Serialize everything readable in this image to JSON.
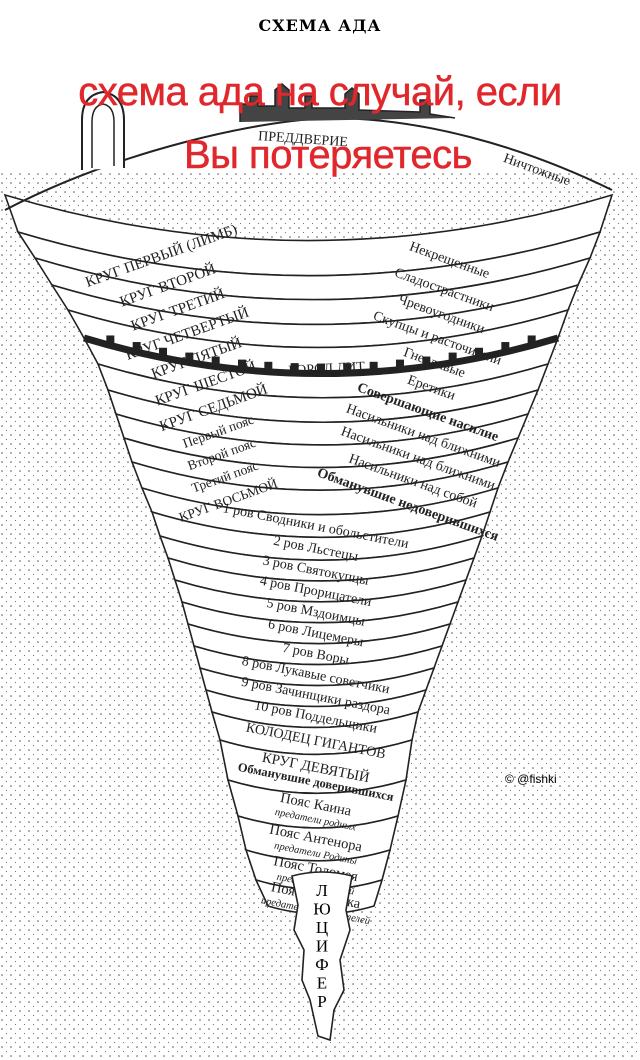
{
  "title": "СХЕМА АДА",
  "caption": {
    "line1": "схема ада на случай, если",
    "line2": "Вы потеряетесь",
    "color": "#e0282c"
  },
  "vestibule": "ПРЕДДВЕРИЕ",
  "vestibule_sin": "Ничтожные",
  "city_wall": "ГОРОД ДИТ",
  "lucifer": "ЛЮЦИФЕР",
  "watermark": "© @fishki",
  "bands": [
    {
      "left": "КРУГ ПЕРВЫЙ (ЛИМБ)",
      "right": "Некрещенные"
    },
    {
      "left": "КРУГ ВТОРОЙ",
      "right": "Сладострастники"
    },
    {
      "left": "КРУГ ТРЕТИЙ",
      "right": "Чревоугодники"
    },
    {
      "left": "КРУГ ЧЕТВЕРТЫЙ",
      "right": "Скупцы и расточители"
    },
    {
      "left": "КРУГ ПЯТЫЙ",
      "right": "Гневливые"
    },
    {
      "left": "КРУГ ШЕСТОЙ",
      "right": "Еретики"
    },
    {
      "left": "КРУГ СЕДЬМОЙ",
      "right": "Совершающие насилие",
      "bold": true
    },
    {
      "left": "Первый пояс",
      "right": "Насильники над ближними"
    },
    {
      "left": "Второй пояс",
      "right": "Насильники над ближними"
    },
    {
      "left": "Третий пояс",
      "right": "Насильники над собой"
    },
    {
      "left": "КРУГ ВОСЬМОЙ",
      "right": "Обманувшие недоверившихся",
      "bold": true
    },
    {
      "center": "1 ров Сводники и обольстители"
    },
    {
      "center": "2 ров Льстецы"
    },
    {
      "center": "3 ров Святокупцы"
    },
    {
      "center": "4 ров Прорицатели"
    },
    {
      "center": "5 ров Мздоимцы"
    },
    {
      "center": "6 ров Лицемеры"
    },
    {
      "center": "7 ров Воры"
    },
    {
      "center": "8 ров Лукавые советчики"
    },
    {
      "center": "9 ров Зачинщики раздора"
    },
    {
      "center": "10 ров Поддельщики"
    },
    {
      "center": "КОЛОДЕЦ ГИГАНТОВ"
    },
    {
      "center": "КРУГ ДЕВЯТЫЙ",
      "sub": "Обманувшие доверившихся",
      "subbold": true
    },
    {
      "center": "Пояс Каина",
      "sub": "предатели родных"
    },
    {
      "center": "Пояс Антенора",
      "sub": "предатели Родины"
    },
    {
      "center": "Пояс Толомея",
      "sub": "предатели друзей"
    },
    {
      "center": "Пояс Джужека",
      "sub": "предатели благодетелей"
    }
  ]
}
